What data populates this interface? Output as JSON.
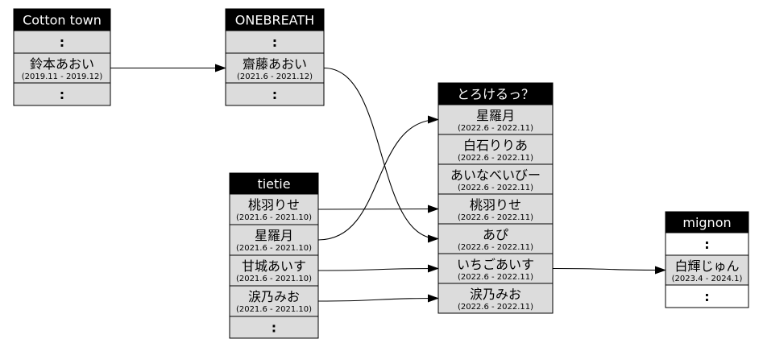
{
  "colors": {
    "header_bg": "#000000",
    "header_text": "#ffffff",
    "row_bg": "#dcdcdc",
    "row_bg_white": "#ffffff",
    "edge": "#000000"
  },
  "groups": [
    {
      "id": "cotton",
      "title": "Cotton town",
      "rows": [
        {
          "dots": ":"
        },
        {
          "name": "鈴本あおい",
          "period": "(2019.11 - 2019.12)"
        },
        {
          "dots": ":"
        }
      ]
    },
    {
      "id": "onebreath",
      "title": "ONEBREATH",
      "rows": [
        {
          "dots": ":"
        },
        {
          "name": "齋藤あおい",
          "period": "(2021.6 - 2021.12)"
        },
        {
          "dots": ":"
        }
      ]
    },
    {
      "id": "tietie",
      "title": "tietie",
      "rows": [
        {
          "name": "桃羽りせ",
          "period": "(2021.6 - 2021.10)"
        },
        {
          "name": "星羅月",
          "period": "(2021.6 - 2021.10)"
        },
        {
          "name": "甘城あいす",
          "period": "(2021.6 - 2021.10)"
        },
        {
          "name": "涙乃みお",
          "period": "(2021.6 - 2021.10)"
        },
        {
          "dots": ":"
        }
      ]
    },
    {
      "id": "torokerutsu",
      "title": "とろけるっ？",
      "rows": [
        {
          "name": "星羅月",
          "period": "(2022.6 - 2022.11)"
        },
        {
          "name": "白石りりあ",
          "period": "(2022.6 - 2022.11)"
        },
        {
          "name": "あいなべいびー",
          "period": "(2022.6 - 2022.11)"
        },
        {
          "name": "桃羽りせ",
          "period": "(2022.6 - 2022.11)"
        },
        {
          "name": "あぴ",
          "period": "(2022.6 - 2022.11)"
        },
        {
          "name": "いちごあいす",
          "period": "(2022.6 - 2022.11)"
        },
        {
          "name": "涙乃みお",
          "period": "(2022.6 - 2022.11)"
        }
      ]
    },
    {
      "id": "mignon",
      "title": "mignon",
      "rows": [
        {
          "dots": ":",
          "white": true
        },
        {
          "name": "白輝じゅん",
          "period": "(2023.4 - 2024.1)"
        },
        {
          "dots": ":",
          "white": true
        }
      ]
    }
  ],
  "edges": [
    {
      "from": [
        "cotton",
        1
      ],
      "to": [
        "onebreath",
        1
      ]
    },
    {
      "from": [
        "onebreath",
        1
      ],
      "to": [
        "torokerutsu",
        4
      ]
    },
    {
      "from": [
        "tietie",
        0
      ],
      "to": [
        "torokerutsu",
        3
      ]
    },
    {
      "from": [
        "tietie",
        1
      ],
      "to": [
        "torokerutsu",
        0
      ]
    },
    {
      "from": [
        "tietie",
        2
      ],
      "to": [
        "torokerutsu",
        5
      ]
    },
    {
      "from": [
        "tietie",
        3
      ],
      "to": [
        "torokerutsu",
        6
      ]
    },
    {
      "from": [
        "torokerutsu",
        5
      ],
      "to": [
        "mignon",
        1
      ]
    }
  ]
}
